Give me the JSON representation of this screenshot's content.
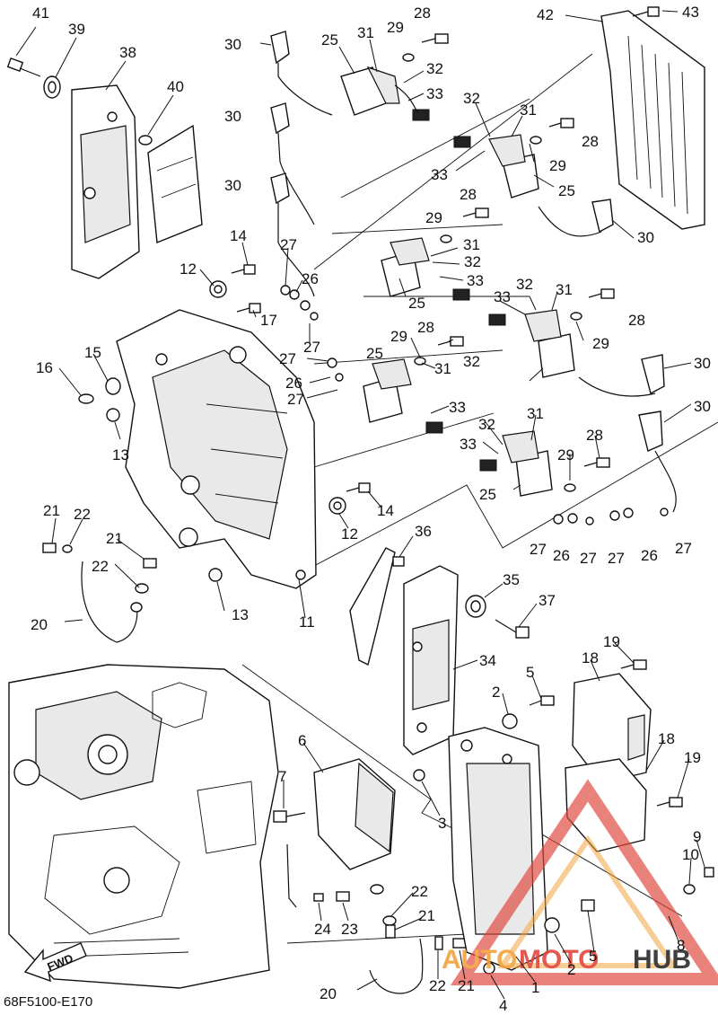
{
  "diagram": {
    "reference_code": "68F5100-E170",
    "direction_marker": "FWD",
    "watermark": {
      "part1": "AUTO",
      "part2": "MOTO",
      "part3": "HUB",
      "colors": {
        "orange": "#f2a33a",
        "red": "#e0473e",
        "dark": "#2b2b2b"
      }
    },
    "callouts": [
      {
        "id": "c41",
        "text": "41"
      },
      {
        "id": "c39",
        "text": "39"
      },
      {
        "id": "c38",
        "text": "38"
      },
      {
        "id": "c40",
        "text": "40"
      },
      {
        "id": "c30a",
        "text": "30"
      },
      {
        "id": "c25a",
        "text": "25"
      },
      {
        "id": "c31a",
        "text": "31"
      },
      {
        "id": "c29a",
        "text": "29"
      },
      {
        "id": "c28a",
        "text": "28"
      },
      {
        "id": "c32a",
        "text": "32"
      },
      {
        "id": "c33a",
        "text": "33"
      },
      {
        "id": "c42",
        "text": "42"
      },
      {
        "id": "c43",
        "text": "43"
      },
      {
        "id": "c30b",
        "text": "30"
      },
      {
        "id": "c32b",
        "text": "32"
      },
      {
        "id": "c31b",
        "text": "31"
      },
      {
        "id": "c28b",
        "text": "28"
      },
      {
        "id": "c33b",
        "text": "33"
      },
      {
        "id": "c29b",
        "text": "29"
      },
      {
        "id": "c25b",
        "text": "25"
      },
      {
        "id": "c30c",
        "text": "30"
      },
      {
        "id": "c28c",
        "text": "28"
      },
      {
        "id": "c29c",
        "text": "29"
      },
      {
        "id": "c31c",
        "text": "31"
      },
      {
        "id": "c32c",
        "text": "32"
      },
      {
        "id": "c33c",
        "text": "33"
      },
      {
        "id": "c30d",
        "text": "30"
      },
      {
        "id": "c14a",
        "text": "14"
      },
      {
        "id": "c12a",
        "text": "12"
      },
      {
        "id": "c27a",
        "text": "27"
      },
      {
        "id": "c26a",
        "text": "26"
      },
      {
        "id": "c25c",
        "text": "25"
      },
      {
        "id": "c17",
        "text": "17"
      },
      {
        "id": "c33d",
        "text": "33"
      },
      {
        "id": "c32d",
        "text": "32"
      },
      {
        "id": "c31d",
        "text": "31"
      },
      {
        "id": "c28d",
        "text": "28"
      },
      {
        "id": "c29d",
        "text": "29"
      },
      {
        "id": "c27b",
        "text": "27"
      },
      {
        "id": "c30e",
        "text": "30"
      },
      {
        "id": "c15",
        "text": "15"
      },
      {
        "id": "c16",
        "text": "16"
      },
      {
        "id": "c25d",
        "text": "25"
      },
      {
        "id": "c29e",
        "text": "29"
      },
      {
        "id": "c28e",
        "text": "28"
      },
      {
        "id": "c27c",
        "text": "27"
      },
      {
        "id": "c26b",
        "text": "26"
      },
      {
        "id": "c27d",
        "text": "27"
      },
      {
        "id": "c31e",
        "text": "31"
      },
      {
        "id": "c32e",
        "text": "32"
      },
      {
        "id": "c33e",
        "text": "33"
      },
      {
        "id": "c30f",
        "text": "30"
      },
      {
        "id": "c13a",
        "text": "13"
      },
      {
        "id": "c32f",
        "text": "32"
      },
      {
        "id": "c31f",
        "text": "31"
      },
      {
        "id": "c28f",
        "text": "28"
      },
      {
        "id": "c33f",
        "text": "33"
      },
      {
        "id": "c29f",
        "text": "29"
      },
      {
        "id": "c25e",
        "text": "25"
      },
      {
        "id": "c14b",
        "text": "14"
      },
      {
        "id": "c21a",
        "text": "21"
      },
      {
        "id": "c22a",
        "text": "22"
      },
      {
        "id": "c12b",
        "text": "12"
      },
      {
        "id": "c27e",
        "text": "27"
      },
      {
        "id": "c26c",
        "text": "26"
      },
      {
        "id": "c27f",
        "text": "27"
      },
      {
        "id": "c27g",
        "text": "27"
      },
      {
        "id": "c26d",
        "text": "26"
      },
      {
        "id": "c27h",
        "text": "27"
      },
      {
        "id": "c21b",
        "text": "21"
      },
      {
        "id": "c22b",
        "text": "22"
      },
      {
        "id": "c36",
        "text": "36"
      },
      {
        "id": "c35",
        "text": "35"
      },
      {
        "id": "c37",
        "text": "37"
      },
      {
        "id": "c20a",
        "text": "20"
      },
      {
        "id": "c13b",
        "text": "13"
      },
      {
        "id": "c11",
        "text": "11"
      },
      {
        "id": "c34",
        "text": "34"
      },
      {
        "id": "c18a",
        "text": "18"
      },
      {
        "id": "c19a",
        "text": "19"
      },
      {
        "id": "c5a",
        "text": "5"
      },
      {
        "id": "c2a",
        "text": "2"
      },
      {
        "id": "c6",
        "text": "6"
      },
      {
        "id": "c18b",
        "text": "18"
      },
      {
        "id": "c19b",
        "text": "19"
      },
      {
        "id": "c7",
        "text": "7"
      },
      {
        "id": "c3",
        "text": "3"
      },
      {
        "id": "c10",
        "text": "10"
      },
      {
        "id": "c9",
        "text": "9"
      },
      {
        "id": "c22c",
        "text": "22"
      },
      {
        "id": "c21c",
        "text": "21"
      },
      {
        "id": "c24",
        "text": "24"
      },
      {
        "id": "c23",
        "text": "23"
      },
      {
        "id": "c8",
        "text": "8"
      },
      {
        "id": "c2b",
        "text": "2"
      },
      {
        "id": "c5b",
        "text": "5"
      },
      {
        "id": "c20b",
        "text": "20"
      },
      {
        "id": "c22d",
        "text": "22"
      },
      {
        "id": "c21d",
        "text": "21"
      },
      {
        "id": "c1",
        "text": "1"
      },
      {
        "id": "c4",
        "text": "4"
      }
    ]
  }
}
